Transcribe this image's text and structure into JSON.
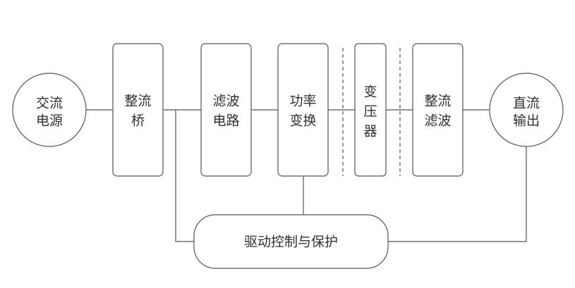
{
  "nodes": {
    "ac_source": [
      "交流",
      "电源"
    ],
    "rectifier_bridge": [
      "整流",
      "桥"
    ],
    "filter_circuit": [
      "滤波",
      "电路"
    ],
    "power_conversion": [
      "功率",
      "变换"
    ],
    "transformer": [
      "变",
      "压",
      "器"
    ],
    "rectify_filter": [
      "整流",
      "滤波"
    ],
    "dc_output": [
      "直流",
      "输出"
    ],
    "drive_control": [
      "驱动控制与保护"
    ]
  },
  "colors": {
    "stroke": "#555555",
    "text": "#2f2f2f",
    "background": "#ffffff"
  }
}
